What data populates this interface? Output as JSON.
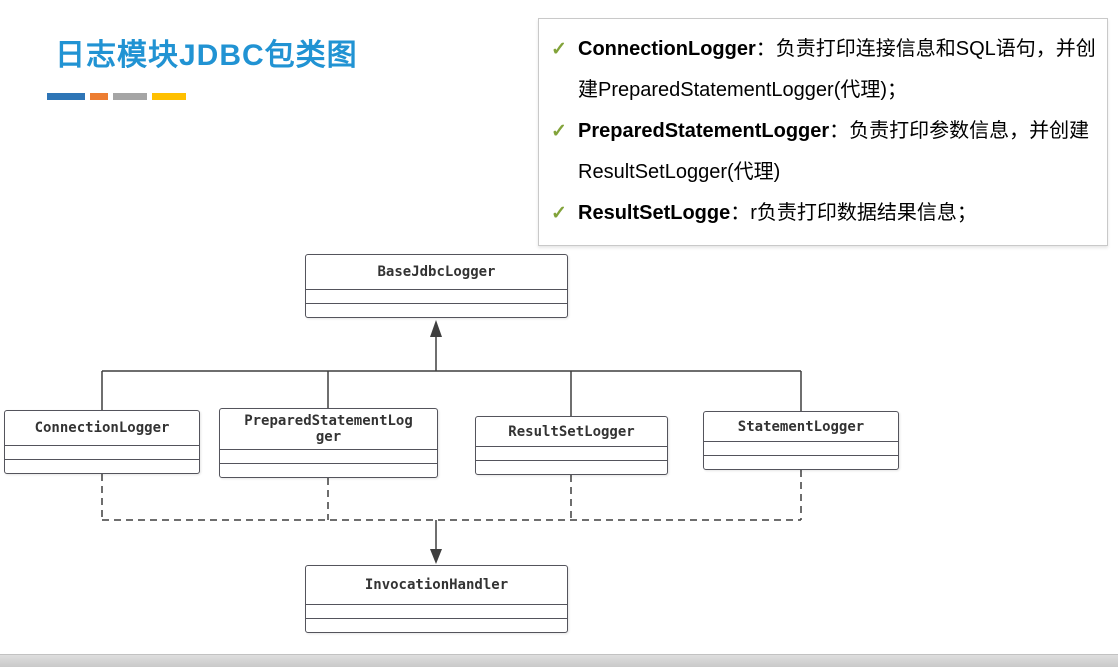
{
  "slide": {
    "title": "日志模块JDBC包类图",
    "title_color": "#2193D3",
    "accent_bar_colors": [
      "#2E75B6",
      "#ED7D31",
      "#A5A5A5",
      "#FFC000"
    ]
  },
  "notes": {
    "bullet": "✓",
    "check_color": "#82A33A",
    "items": [
      {
        "term": "ConnectionLogger",
        "rest": "：负责打印连接信息和SQL语句，并创建PreparedStatementLogger(代理)；"
      },
      {
        "term": "PreparedStatementLogger",
        "rest": "：负责打印参数信息，并创建ResultSetLogger(代理)"
      },
      {
        "term": "ResultSetLogge",
        "rest": "：r负责打印数据结果信息；"
      }
    ]
  },
  "diagram": {
    "classes": [
      {
        "name": "BaseJdbcLogger"
      },
      {
        "name": "ConnectionLogger"
      },
      {
        "name": "PreparedStatementLogger"
      },
      {
        "name": "ResultSetLogger"
      },
      {
        "name": "StatementLogger"
      },
      {
        "name": "InvocationHandler"
      }
    ],
    "line_color": "#3f3f3f"
  }
}
